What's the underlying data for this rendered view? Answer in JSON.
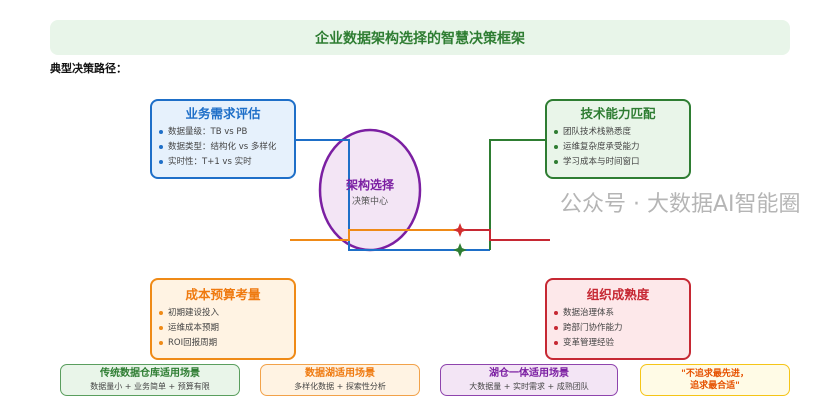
{
  "title": "企业数据架构选择的智慧决策框架",
  "path_label": "典型决策路径：",
  "center": {
    "title": "架构选择",
    "subtitle": "决策中心"
  },
  "business": {
    "title": "业务需求评估",
    "items": [
      "数据量级：TB vs PB",
      "数据类型：结构化 vs 多样化",
      "实时性：T+1 vs 实时"
    ]
  },
  "tech": {
    "title": "技术能力匹配",
    "items": [
      "团队技术栈熟悉度",
      "运维复杂度承受能力",
      "学习成本与时间窗口"
    ]
  },
  "cost": {
    "title": "成本预算考量",
    "items": [
      "初期建设投入",
      "运维成本预期",
      "ROI回报周期"
    ]
  },
  "org": {
    "title": "组织成熟度",
    "items": [
      "数据治理体系",
      "跨部门协作能力",
      "变革管理经验"
    ]
  },
  "scenarios": [
    {
      "title": "传统数据仓库适用场景",
      "desc": "数据量小 + 业务简单 + 预算有限"
    },
    {
      "title": "数据湖适用场景",
      "desc": "多样化数据 + 探索性分析"
    },
    {
      "title": "湖仓一体适用场景",
      "desc": "大数据量 + 实时需求 + 成熟团队"
    }
  ],
  "motto": {
    "line1": "\"不追求最先进，",
    "line2": "追求最合适\""
  },
  "watermark": "公众号 · 大数据AI智能圈",
  "colors": {
    "blue": "#1e6fc8",
    "green": "#2e7d32",
    "orange": "#ef8a17",
    "red": "#c62833",
    "purple": "#7b1fa2"
  }
}
